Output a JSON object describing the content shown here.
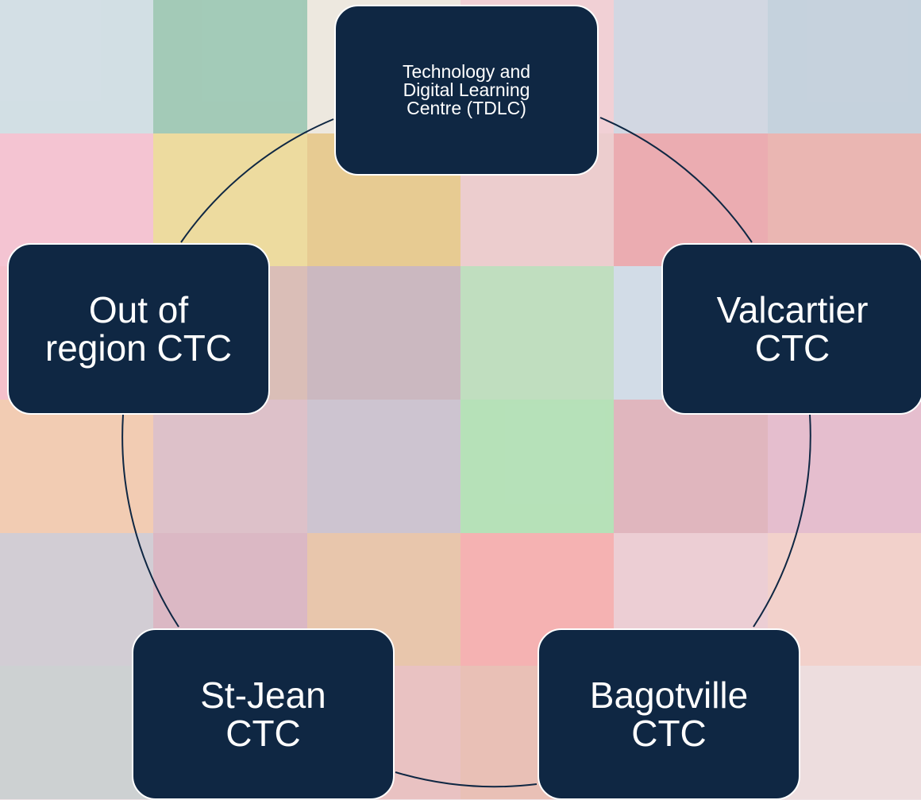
{
  "colors": {
    "node_fill": "#0f2743",
    "node_border": "#ffffff",
    "node_text": "#ffffff",
    "connector": "#0f2743"
  },
  "background": {
    "description_icon": "photo-collage",
    "tile_colors": [
      [
        "#c9d8df",
        "#8fbfa8",
        "#e9e3d8",
        "#eec6cc",
        "#c8cfdc",
        "#b9c8d6"
      ],
      [
        "#f2b8c8",
        "#e9d48a",
        "#e2c07a",
        "#e8c2c4",
        "#e79aa0",
        "#e6a7a2"
      ],
      [
        "#f3b2c0",
        "#d2b0a8",
        "#c0a9b3",
        "#b2d7b1",
        "#c9d5e2",
        "#d7c3d3"
      ],
      [
        "#efc1a3",
        "#d6b4bd",
        "#c3b7c6",
        "#a6dba9",
        "#d9a6b0",
        "#e0b0c4"
      ],
      [
        "#c9c3cb",
        "#d3a9b8",
        "#e3ba9a",
        "#f3a2a2",
        "#e8c4cb",
        "#f0c7c0"
      ],
      [
        "#c3c7c9",
        "#bfb8b5",
        "#e5b5b5",
        "#e4b3a6",
        "#d8bebb",
        "#e9d6d7"
      ]
    ]
  },
  "nodes": [
    {
      "id": "tdlc",
      "lines": [
        "Technology and",
        "Digital Learning",
        "Centre (TDLC)"
      ]
    },
    {
      "id": "valcartier",
      "lines": [
        "Valcartier",
        "CTC"
      ]
    },
    {
      "id": "bagotville",
      "lines": [
        "Bagotville",
        "CTC"
      ]
    },
    {
      "id": "stjean",
      "lines": [
        "St-Jean",
        "CTC"
      ]
    },
    {
      "id": "outofregion",
      "lines": [
        "Out of",
        "region CTC"
      ]
    }
  ]
}
